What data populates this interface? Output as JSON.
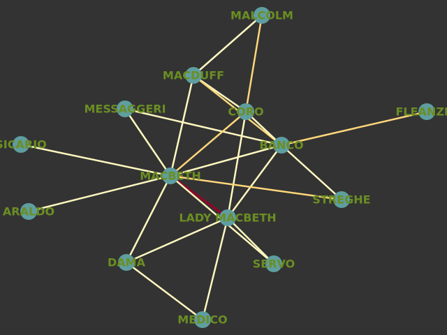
{
  "colors": {
    "background": "#333333",
    "node_fill": "#5f9ea0",
    "label": "#6b8e23",
    "edge_default": "#fff8c0",
    "edge_warm": "#ffd77a",
    "edge_strong": "#8b0a2a"
  },
  "nodes": [
    {
      "id": "malcolm",
      "label": "MALCOLM"
    },
    {
      "id": "macduff",
      "label": "MACDUFF"
    },
    {
      "id": "messaggeri",
      "label": "MESSAGGERI"
    },
    {
      "id": "coro",
      "label": "CORO"
    },
    {
      "id": "fleanzio",
      "label": "FLEANZIO"
    },
    {
      "id": "sicario",
      "label": "SICARIO"
    },
    {
      "id": "banco",
      "label": "BANCO"
    },
    {
      "id": "macbeth",
      "label": "MACBETH"
    },
    {
      "id": "streghe",
      "label": "STREGHE"
    },
    {
      "id": "araldo",
      "label": "ARALDO"
    },
    {
      "id": "lady-macbeth",
      "label": "LADY MACBETH"
    },
    {
      "id": "dama",
      "label": "DAMA"
    },
    {
      "id": "servo",
      "label": "SERVO"
    },
    {
      "id": "medico",
      "label": "MEDICO"
    }
  ],
  "edges": [
    {
      "source": "malcolm",
      "target": "macduff",
      "style": "default"
    },
    {
      "source": "malcolm",
      "target": "coro",
      "style": "warm"
    },
    {
      "source": "macduff",
      "target": "coro",
      "style": "default"
    },
    {
      "source": "macduff",
      "target": "banco",
      "style": "warm"
    },
    {
      "source": "macduff",
      "target": "macbeth",
      "style": "default"
    },
    {
      "source": "messaggeri",
      "target": "banco",
      "style": "default"
    },
    {
      "source": "messaggeri",
      "target": "macbeth",
      "style": "default"
    },
    {
      "source": "coro",
      "target": "banco",
      "style": "default"
    },
    {
      "source": "coro",
      "target": "macbeth",
      "style": "warm"
    },
    {
      "source": "coro",
      "target": "lady-macbeth",
      "style": "default"
    },
    {
      "source": "fleanzio",
      "target": "banco",
      "style": "warm"
    },
    {
      "source": "banco",
      "target": "macbeth",
      "style": "default"
    },
    {
      "source": "banco",
      "target": "streghe",
      "style": "default"
    },
    {
      "source": "banco",
      "target": "lady-macbeth",
      "style": "default"
    },
    {
      "source": "sicario",
      "target": "macbeth",
      "style": "default"
    },
    {
      "source": "araldo",
      "target": "macbeth",
      "style": "default"
    },
    {
      "source": "macbeth",
      "target": "streghe",
      "style": "warm"
    },
    {
      "source": "macbeth",
      "target": "lady-macbeth",
      "style": "strong"
    },
    {
      "source": "macbeth",
      "target": "dama",
      "style": "default"
    },
    {
      "source": "lady-macbeth",
      "target": "dama",
      "style": "default"
    },
    {
      "source": "lady-macbeth",
      "target": "servo",
      "style": "default"
    },
    {
      "source": "lady-macbeth",
      "target": "medico",
      "style": "default"
    },
    {
      "source": "macbeth",
      "target": "servo",
      "style": "default"
    },
    {
      "source": "dama",
      "target": "medico",
      "style": "default"
    }
  ]
}
